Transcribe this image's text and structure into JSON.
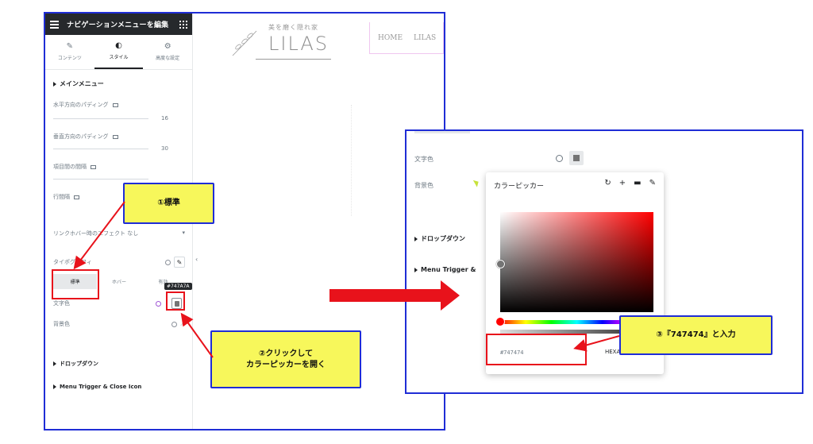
{
  "panel": {
    "title": "ナビゲーションメニューを編集",
    "tabs": [
      {
        "label": "コンテンツ",
        "icon": "pencil-icon"
      },
      {
        "label": "スタイル",
        "icon": "contrast-icon"
      },
      {
        "label": "高度な設定",
        "icon": "gear-icon"
      }
    ],
    "section_main": "メインメニュー",
    "padding_h_label": "水平方向のパディング",
    "padding_h_value": "16",
    "padding_v_label": "垂直方向のパディング",
    "padding_v_value": "30",
    "item_spacing_label": "項目間の間隔",
    "line_height_label": "行間隔",
    "hover_effect_label": "リンクホバー時のエフェクト",
    "hover_effect_value": "なし",
    "typography_label": "タイポグラフィ",
    "state_tabs": [
      "標準",
      "ホバー",
      "有効"
    ],
    "text_color_label": "文字色",
    "bg_color_label": "背景色",
    "tooltip": "#747A7A",
    "section_dropdown": "ドロップダウン",
    "section_menu_trigger": "Menu Trigger & Close Icon"
  },
  "preview": {
    "logo_sub": "美を磨く隠れ家",
    "logo_main": "LILAS",
    "nav": [
      "HOME",
      "LILAS"
    ]
  },
  "zoom": {
    "text_color_label": "文字色",
    "bg_color_label": "背景色",
    "section_dropdown": "ドロップダウン",
    "section_menu_trigger": "Menu Trigger &",
    "picker": {
      "title": "カラーピッカー",
      "tools": [
        "↻",
        "+",
        "▬",
        "✎"
      ],
      "hex_value": "#747474",
      "format": "HEXA"
    }
  },
  "annotations": {
    "step1": "①標準",
    "step2_line1": "②クリックして",
    "step2_line2": "カラーピッカーを開く",
    "step3": "③『747474』と入力"
  },
  "colors": {
    "highlight": "#e8121b",
    "callout_bg": "#f7f75b",
    "frame_border": "#1f2dd6",
    "selected_color": "#747474"
  }
}
